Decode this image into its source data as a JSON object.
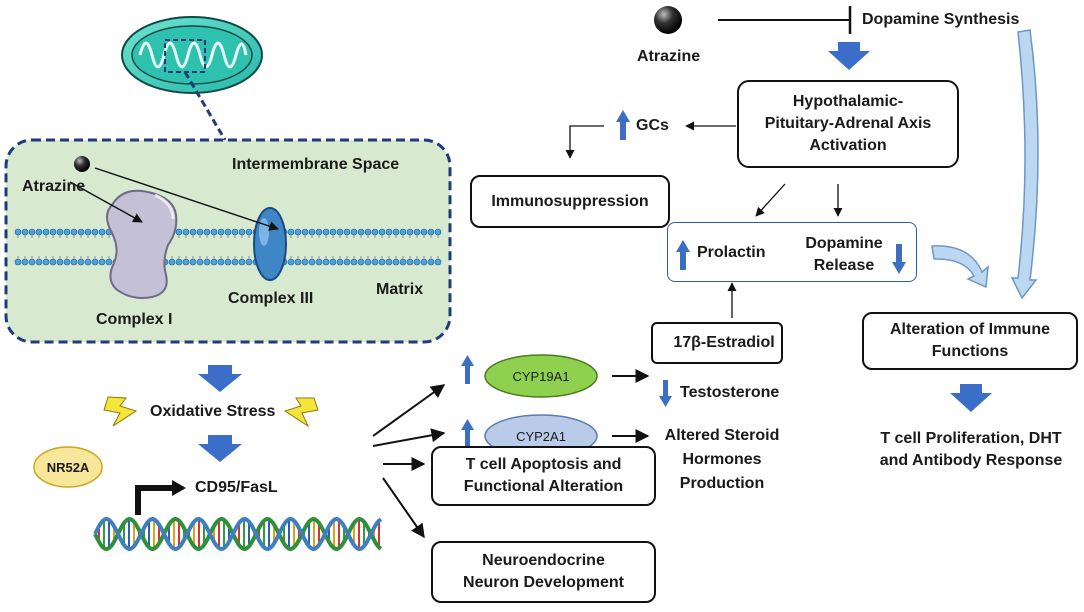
{
  "mito_panel": {
    "space_label": "Intermembrane Space",
    "matrix_label": "Matrix",
    "atrazine_label": "Atrazine",
    "complex1_label": "Complex I",
    "complex3_label": "Complex III"
  },
  "left_flow": {
    "oxidative_stress": "Oxidative Stress",
    "nr52a": "NR52A",
    "cd95": "CD95/FasL"
  },
  "enzymes": {
    "cyp19a1": "CYP19A1",
    "cyp2a1": "CYP2A1"
  },
  "steroids": {
    "estradiol": "17β-Estradiol",
    "testosterone": "Testosterone",
    "altered_l1": "Altered Steroid",
    "altered_l2": "Hormones",
    "altered_l3": "Production"
  },
  "boxes": {
    "tcell_l1": "T cell Apoptosis and",
    "tcell_l2": "Functional Alteration",
    "neuro_l1": "Neuroendocrine",
    "neuro_l2": "Neuron Development",
    "immuno": "Immunosuppression",
    "hpa_l1": "Hypothalamic-",
    "hpa_l2": "Pituitary-Adrenal Axis",
    "hpa_l3": "Activation",
    "prolactin": "Prolactin",
    "dopamine_release_l1": "Dopamine",
    "dopamine_release_l2": "Release",
    "immune_l1": "Alteration of Immune",
    "immune_l2": "Functions"
  },
  "top": {
    "atrazine": "Atrazine",
    "dopamine_synthesis": "Dopamine Synthesis",
    "gcs": "GCs"
  },
  "outcome": {
    "line1": "T cell Proliferation, DHT",
    "line2": "and Antibody Response"
  },
  "colors": {
    "panel_fill": "#d7ead0",
    "panel_border": "#1f3b7a",
    "arrow_blue": "#3a6ec9",
    "up_arrow_blue": "#3c6fc4",
    "cyp19_green": "#8fd14f",
    "cyp2a1_blue": "#b9cbe8",
    "nr52a_yellow": "#f8e79a",
    "light_curve": "#bcd7f1",
    "lightning": "#f5e43a"
  }
}
